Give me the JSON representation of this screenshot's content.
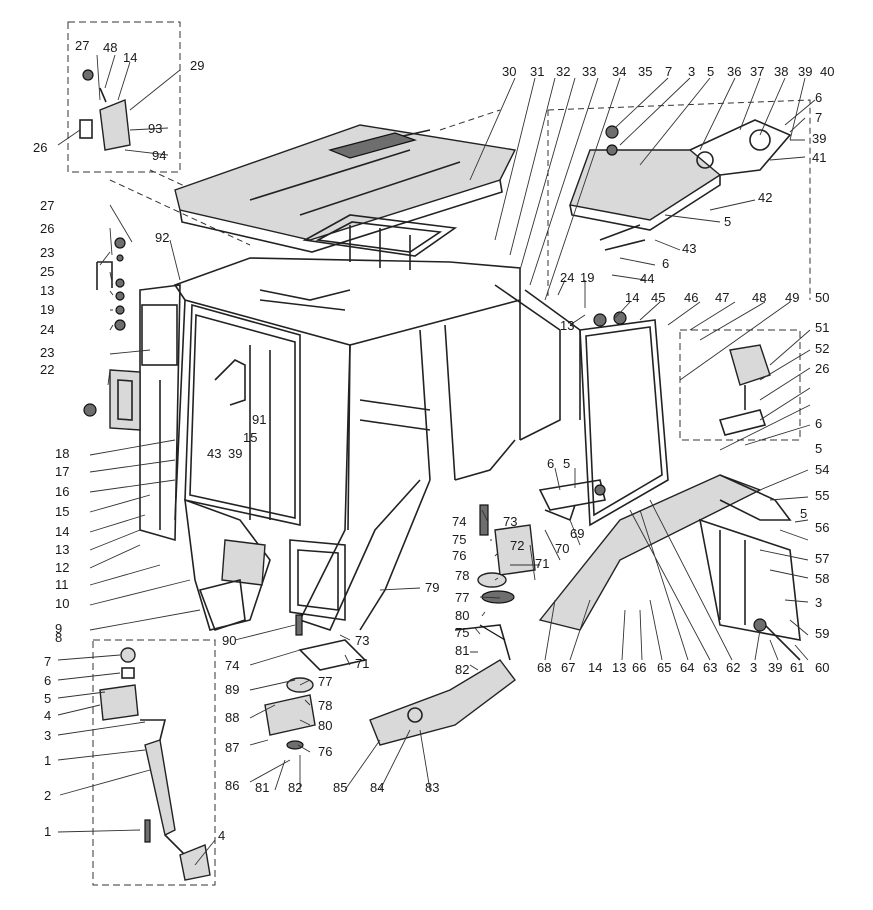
{
  "labels": [
    "27",
    "48",
    "14",
    "29",
    "26",
    "93",
    "94",
    "30",
    "31",
    "32",
    "33",
    "34",
    "35",
    "7",
    "3",
    "5",
    "36",
    "37",
    "38",
    "39",
    "40",
    "6",
    "7",
    "39",
    "41",
    "42",
    "5",
    "43",
    "6",
    "44",
    "24",
    "19",
    "13",
    "14",
    "45",
    "46",
    "47",
    "48",
    "49",
    "50",
    "51",
    "52",
    "26",
    "6",
    "5",
    "54",
    "55",
    "56",
    "5",
    "57",
    "58",
    "3",
    "59",
    "60",
    "27",
    "26",
    "23",
    "25",
    "13",
    "19",
    "24",
    "92",
    "23",
    "22",
    "91",
    "15",
    "43",
    "39",
    "18",
    "17",
    "16",
    "15",
    "14",
    "13",
    "12",
    "11",
    "10",
    "9",
    "8",
    "6",
    "5",
    "74",
    "75",
    "76",
    "73",
    "72",
    "71",
    "70",
    "69",
    "78",
    "77",
    "79",
    "80",
    "75",
    "81",
    "82",
    "90",
    "73",
    "74",
    "71",
    "89",
    "77",
    "78",
    "88",
    "80",
    "87",
    "76",
    "86",
    "81",
    "82",
    "85",
    "84",
    "83",
    "68",
    "67",
    "14",
    "13",
    "66",
    "65",
    "64",
    "63",
    "62",
    "3",
    "39",
    "61",
    "7",
    "6",
    "5",
    "4",
    "3",
    "1",
    "2",
    "1",
    "4"
  ]
}
